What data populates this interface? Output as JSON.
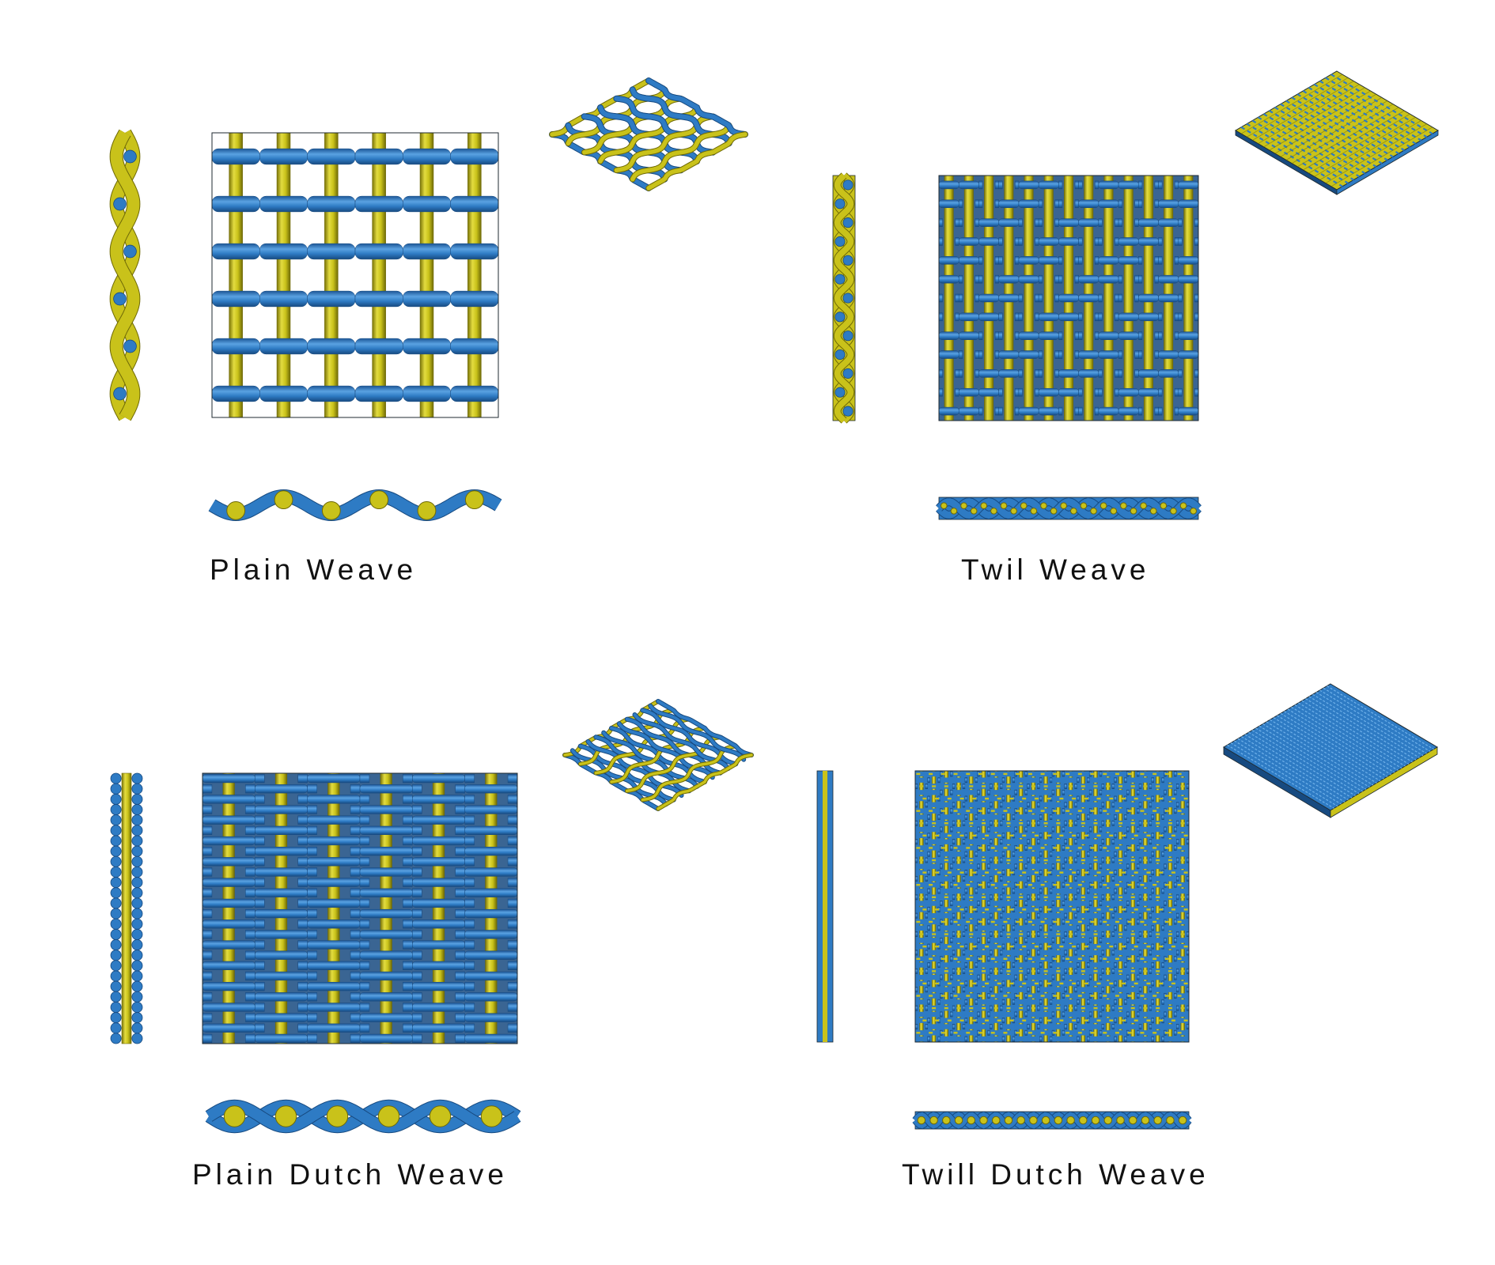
{
  "colors": {
    "warp": "#c9c21a",
    "warp_dark": "#6f6a06",
    "warp_light": "#ece86a",
    "weft": "#2e7bc4",
    "weft_dark": "#174a80",
    "weft_light": "#6fb1ea",
    "outline": "#1f2a30"
  },
  "panels": [
    {
      "key": "plain",
      "label": "Plain Weave",
      "pattern": "plain",
      "warps": 6,
      "wefts": 6,
      "side_wefts": 6,
      "bottom_warps": 6,
      "iso_rows": 6
    },
    {
      "key": "twill",
      "label": "Twil Weave",
      "pattern": "twill",
      "warps": 13,
      "wefts": 13,
      "side_wefts": 13,
      "bottom_warps": 13,
      "iso_rows": 18
    },
    {
      "key": "plain_dutch",
      "label": "Plain Dutch Weave",
      "pattern": "plain_dutch",
      "warps": 6,
      "wefts": 26,
      "side_wefts": 26,
      "bottom_warps": 6,
      "iso_rows": 12
    },
    {
      "key": "twill_dutch",
      "label": "Twill Dutch Weave",
      "pattern": "twill_dutch",
      "warps": 22,
      "wefts": 44,
      "side_wefts": 44,
      "bottom_warps": 22,
      "iso_rows": 30
    }
  ]
}
